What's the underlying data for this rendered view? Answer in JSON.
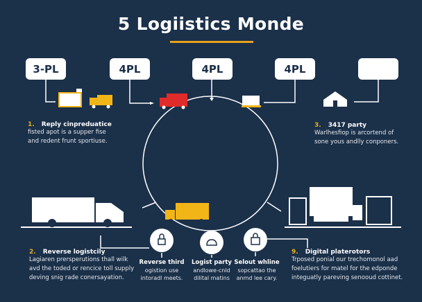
{
  "title": "5 Logiistics Monde",
  "boxes": [
    "3-PL",
    "4PL",
    "4PL",
    "4PL"
  ],
  "colors": {
    "background": "#1b3049",
    "accent": "#e8a21a",
    "red": "#e02b2b",
    "yellow": "#f2b517"
  },
  "sections": {
    "s1": {
      "num": "1.",
      "title": "Reply cinpreduatice",
      "desc1": "fisted apot is a supper fise",
      "desc2": "and redent frunt sportiuse."
    },
    "s3": {
      "num": "3.",
      "title": "3417 party",
      "desc1": "Warlhesfiop is arcortend of",
      "desc2": "sone yous andlly conponers."
    },
    "s2": {
      "num": "2.",
      "title": "Reverse logistcily",
      "desc1": "Lagiaren prersperutions thall wilk",
      "desc2": "avd the toded or rencice toll supply",
      "desc3": "deving snig rade conersayation."
    },
    "s9": {
      "num": "9.",
      "title": "Digital platerotors",
      "desc1": "Trposed ponial our trechomonol aad",
      "desc2": "foelutiers for matel for the edponde",
      "desc3": "integuatly pareving senooud cottinet."
    }
  },
  "nodes": [
    {
      "title": "Reverse third",
      "l1": "ogistion use",
      "l2": "intoradl meets.",
      "icon": "lock-icon"
    },
    {
      "title": "Logist party",
      "l1": "andlowe-cnld",
      "l2": "dilital matins",
      "icon": "elephant-icon"
    },
    {
      "title": "Selout whline",
      "l1": "sopcattao the",
      "l2": "anmd lee cary.",
      "icon": "lock-icon"
    }
  ]
}
